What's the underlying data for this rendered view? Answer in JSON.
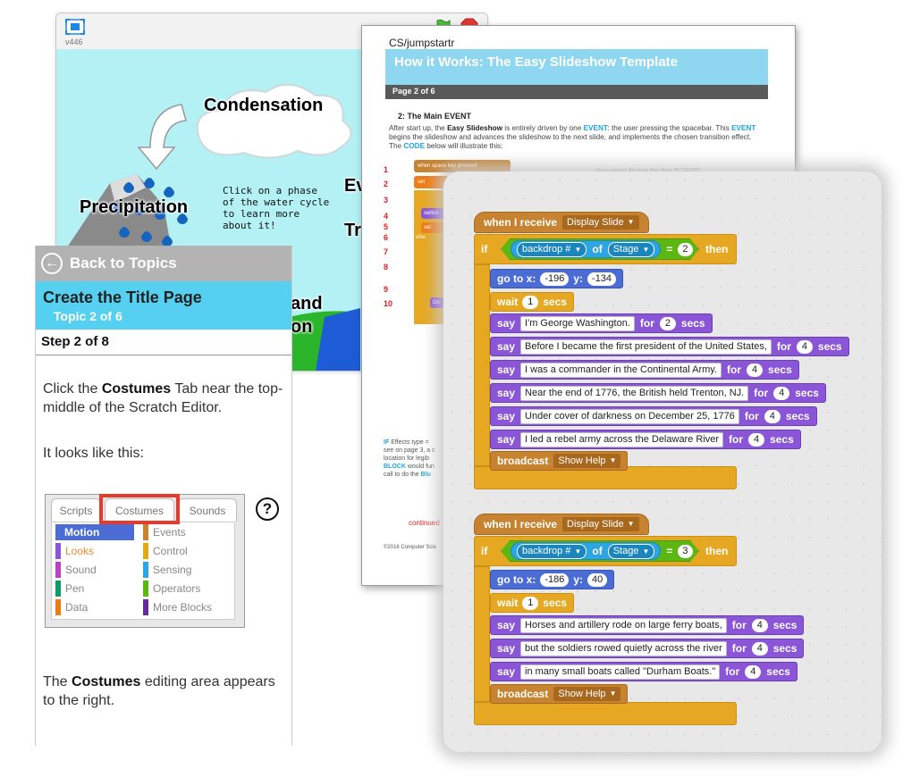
{
  "stage": {
    "version": "v446",
    "labels": {
      "condensation": "Condensation",
      "precipitation": "Precipitation",
      "evaporation_partial": "Ev",
      "transpiration_partial": "Tr",
      "collection_partial_1": "and",
      "collection_partial_2": "on"
    },
    "hint": "Click on a phase of the water cycle to learn more about it!"
  },
  "doc": {
    "header": "CS/jumpstartr",
    "title": "How it Works:  The Easy Slideshow Template",
    "page": "Page 2 of 6",
    "section": "2:  The Main EVENT",
    "para": {
      "p1": "After start up, the",
      "b1": "Easy Slideshow",
      "p2": "is entirely driven by one",
      "k1": "EVENT:",
      "p3": "the user pressing the spacebar.  This",
      "k2": "EVENT",
      "p4": "begins the slideshow and advances the slideshow to the next slide, and implements the chosen transition effect.  The",
      "k3": "CODE",
      "p5": "below will illustrate this:"
    },
    "line_numbers": [
      "1",
      "2",
      "3",
      "4",
      "5",
      "6",
      "7",
      "8",
      "9",
      "10"
    ],
    "important": "Important Points for this SCRIPT:",
    "mini_script": {
      "hat": "when space key pressed",
      "set": "set",
      "switch": "switch",
      "else": "else",
      "do": "Do"
    },
    "footer_if": {
      "kw1": "IF",
      "line1": "Effects type =",
      "line2": "see on page 3, a c",
      "line3": "location for legib",
      "kw2": "BLOCK",
      "line4": "would fun",
      "line5": "call to do the",
      "kw3": "Blu"
    },
    "continued": "continued",
    "copyright": "©2016 Computer Scie"
  },
  "scripts": [
    {
      "hat_label": "when I receive",
      "hat_msg": "Display Slide",
      "if_label": "if",
      "then_label": "then",
      "sensing_attr": "backdrop #",
      "sensing_of": "of",
      "sensing_obj": "Stage",
      "equals": "=",
      "compare_value": "2",
      "goto_label": "go to x:",
      "goto_x": "-196",
      "goto_y_label": "y:",
      "goto_y": "-134",
      "wait_label": "wait",
      "wait_value": "1",
      "wait_unit": "secs",
      "says": [
        {
          "text": "I'm George Washington.",
          "secs": "2"
        },
        {
          "text": "Before I became the first president of the United States,",
          "secs": "4"
        },
        {
          "text": "I was a commander in the Continental Army.",
          "secs": "4"
        },
        {
          "text": "Near the end of 1776, the British held Trenton, NJ.",
          "secs": "4"
        },
        {
          "text": "Under cover of darkness on December 25, 1776",
          "secs": "4"
        },
        {
          "text": "I led a rebel army across the Delaware River",
          "secs": "4"
        }
      ],
      "broadcast_label": "broadcast",
      "broadcast_msg": "Show Help"
    },
    {
      "hat_label": "when I receive",
      "hat_msg": "Display Slide",
      "if_label": "if",
      "then_label": "then",
      "sensing_attr": "backdrop #",
      "sensing_of": "of",
      "sensing_obj": "Stage",
      "equals": "=",
      "compare_value": "3",
      "goto_label": "go to x:",
      "goto_x": "-186",
      "goto_y_label": "y:",
      "goto_y": "40",
      "wait_label": "wait",
      "wait_value": "1",
      "wait_unit": "secs",
      "says": [
        {
          "text": "Horses and artillery rode on large ferry boats,",
          "secs": "4"
        },
        {
          "text": "but the soldiers rowed quietly across the river",
          "secs": "4"
        },
        {
          "text": "in many small boats called \"Durham Boats.\"",
          "secs": "4"
        }
      ],
      "broadcast_label": "broadcast",
      "broadcast_msg": "Show Help"
    }
  ],
  "block_words": {
    "say": "say",
    "for": "for",
    "secs": "secs"
  },
  "tutorial": {
    "back_label": "Back to Topics",
    "title": "Create the Title Page",
    "topic": "Topic 2 of 6",
    "step": "Step 2 of 8",
    "instr_1": "Click the",
    "instr_bold": "Costumes",
    "instr_2": "Tab near the top-middle of the Scratch Editor.",
    "looks_like": "It looks like this:",
    "tabs": [
      "Scripts",
      "Costumes",
      "Sounds"
    ],
    "categories_left": [
      {
        "label": "Motion",
        "color": "#4a6cd4"
      },
      {
        "label": "Looks",
        "color": "#8a55d7"
      },
      {
        "label": "Sound",
        "color": "#bb42c3"
      },
      {
        "label": "Pen",
        "color": "#0e9a6c"
      },
      {
        "label": "Data",
        "color": "#ee7d16"
      }
    ],
    "categories_right": [
      {
        "label": "Events",
        "color": "#c88330"
      },
      {
        "label": "Control",
        "color": "#e1a91a"
      },
      {
        "label": "Sensing",
        "color": "#2ca5e2"
      },
      {
        "label": "Operators",
        "color": "#5cb712"
      },
      {
        "label": "More Blocks",
        "color": "#632d99"
      }
    ],
    "help_label": "?",
    "outro_bold": "Costumes",
    "outro_1": "The",
    "outro_2": "editing area appears to the right."
  }
}
